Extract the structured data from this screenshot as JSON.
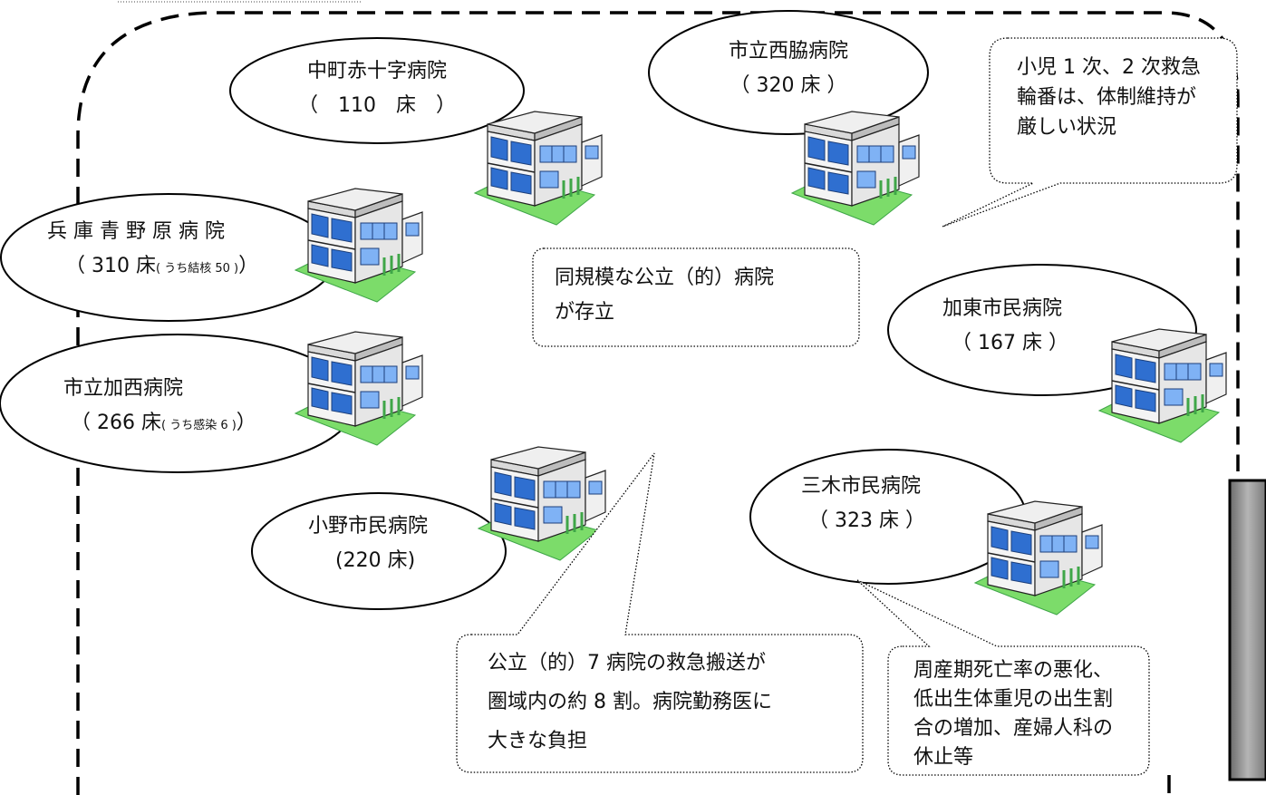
{
  "hospitals": [
    {
      "id": "nakamachi",
      "name": "中町赤十字病院",
      "beds": "（　110　床　）"
    },
    {
      "id": "nishiwaki",
      "name": "市立西脇病院",
      "beds": "（ 320 床 ）"
    },
    {
      "id": "aonohara",
      "name": "兵 庫 青 野 原 病 院",
      "beds_main": "（ 310 床",
      "beds_note": "( うち結核 50 )",
      "beds_close": "）"
    },
    {
      "id": "kasai",
      "name": "市立加西病院",
      "beds_main": "（ 266 床",
      "beds_note": "( うち感染 6 )",
      "beds_close": "）"
    },
    {
      "id": "ono",
      "name": "小野市民病院",
      "beds": "(220 床)"
    },
    {
      "id": "kato",
      "name": "加東市民病院",
      "beds": "（ 167 床 ）"
    },
    {
      "id": "miki",
      "name": "三木市民病院",
      "beds": "（ 323 床 ）"
    }
  ],
  "callouts": {
    "pediatric": [
      "小児 1 次、2 次救急",
      "輪番は、体制維持が",
      "厳しい状況"
    ],
    "center": [
      "同規模な公立（的）病院",
      "が存立"
    ],
    "emergency": [
      "公立（的）7 病院の救急搬送が",
      "圏域内の約 8 割。病院勤務医に",
      "大きな負担"
    ],
    "perinatal": [
      "周産期死亡率の悪化、",
      "低出生体重児の出生割",
      "合の増加、産婦人科の",
      "休止等"
    ]
  },
  "colors": {
    "building_wall": "#f4f4f4",
    "building_roof": "#d9d9d9",
    "building_window": "#2f6fd0",
    "building_window_light": "#7fb2f5",
    "lawn": "#7cdc6a",
    "lawn_dark": "#3fa648",
    "side_bar": "#8a8a8a"
  }
}
